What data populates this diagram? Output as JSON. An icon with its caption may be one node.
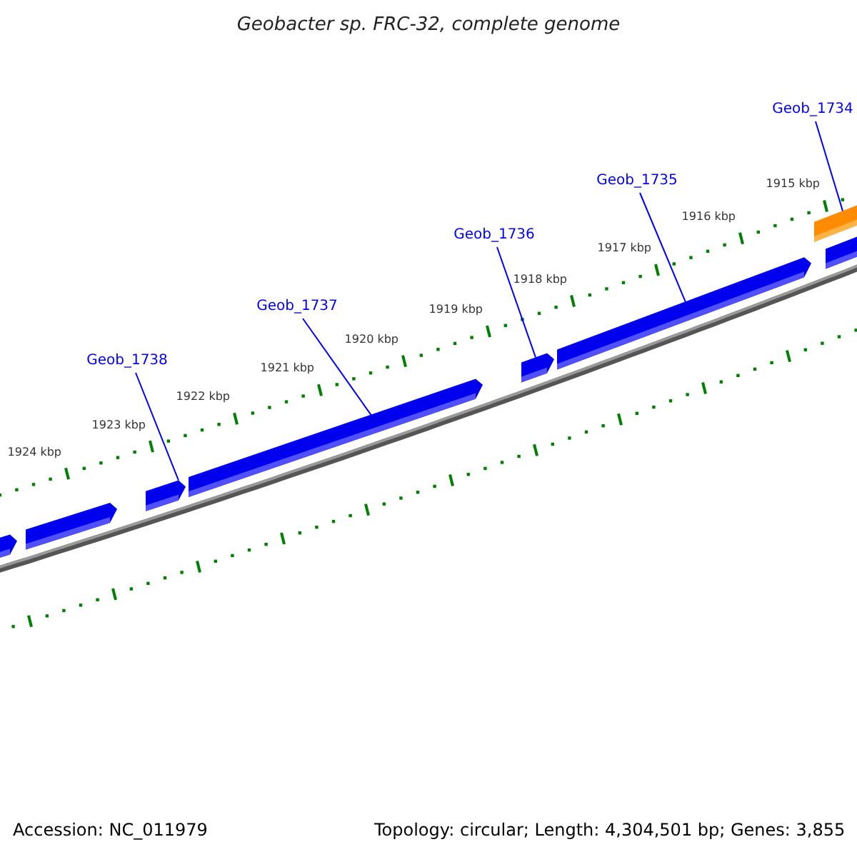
{
  "diagram": {
    "title": "Geobacter sp. FRC-32, complete genome",
    "nodes": [
      {
        "text": [
          "Geob_1738"
        ]
      },
      {
        "text": [
          "Geob_1737"
        ]
      },
      {
        "text": [
          "Geob_1736"
        ]
      },
      {
        "text": [
          "Geob_1735"
        ]
      },
      {
        "text": [
          "Geob_1734"
        ]
      },
      {
        "text": [],
        "shape": "arrow"
      },
      {
        "text": [],
        "shape": "arrow"
      },
      {
        "text": [],
        "shape": "arrow"
      },
      {
        "text": [],
        "shape": "arrow"
      },
      {
        "text": [],
        "shape": "arrow"
      },
      {
        "text": [],
        "shape": "arrow"
      },
      {
        "text": [],
        "shape": "arrow"
      },
      {
        "text": [],
        "shape": "arrow"
      }
    ],
    "edges": [
      {
        "from": 0,
        "to": 7,
        "arrow": "none"
      },
      {
        "from": 1,
        "to": 8,
        "arrow": "none"
      },
      {
        "from": 2,
        "to": 9,
        "arrow": "none"
      },
      {
        "from": 3,
        "to": 10,
        "arrow": "none"
      },
      {
        "from": 4,
        "to": 11,
        "arrow": "none"
      }
    ],
    "labels": [
      "1915 kbp",
      "1916 kbp",
      "1917 kbp",
      "1918 kbp",
      "1919 kbp",
      "1920 kbp",
      "1921 kbp",
      "1922 kbp",
      "1923 kbp",
      "1924 kbp",
      "Accession: NC_011979",
      "Topology: circular; Length: 4,304,501 bp; Genes: 3,855"
    ]
  }
}
